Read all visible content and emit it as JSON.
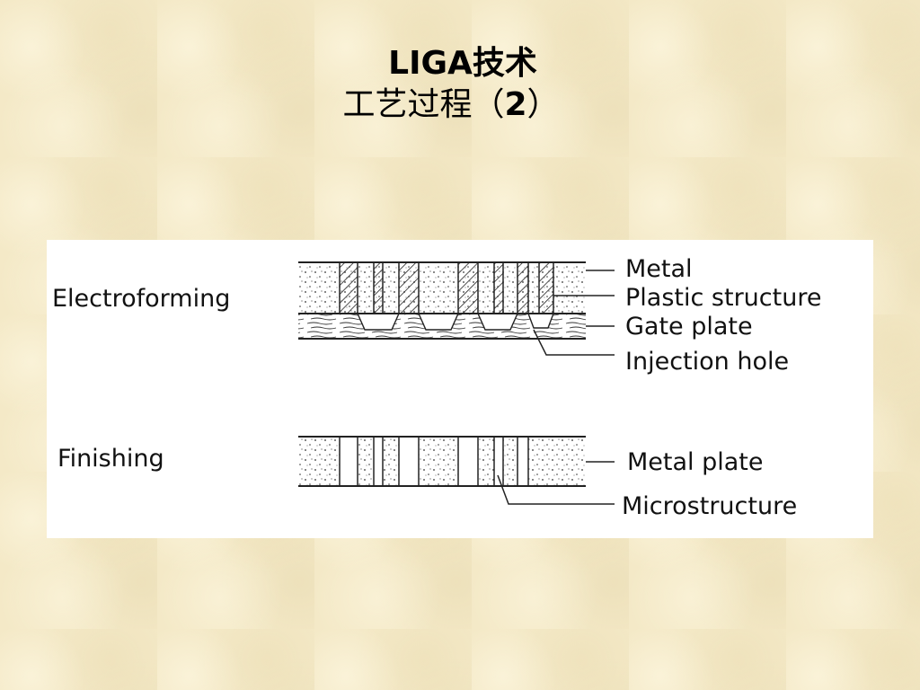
{
  "slide": {
    "title_line1": "LIGA技术",
    "title_line2_text": "工艺过程（",
    "title_line2_num": "2",
    "title_line2_close": "）"
  },
  "diagram": {
    "stage1_label": "Electroforming",
    "stage2_label": "Finishing",
    "labels_stage1": [
      "Metal",
      "Plastic structure",
      "Gate plate",
      "Injection hole"
    ],
    "labels_stage2": [
      "Metal plate",
      "Microstructure"
    ]
  }
}
